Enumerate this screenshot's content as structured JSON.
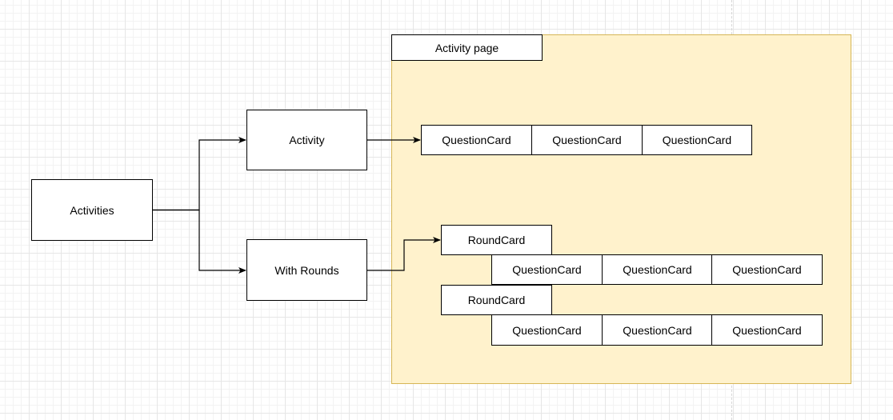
{
  "diagram": {
    "container": {
      "title": "Activity page",
      "fill_color": "#fff2cc",
      "border_color": "#d6b656"
    },
    "nodes": {
      "activities": "Activities",
      "activity": "Activity",
      "with_rounds": "With Rounds",
      "question_card": "QuestionCard",
      "round_card": "RoundCard"
    },
    "edge_color": "#000000"
  }
}
